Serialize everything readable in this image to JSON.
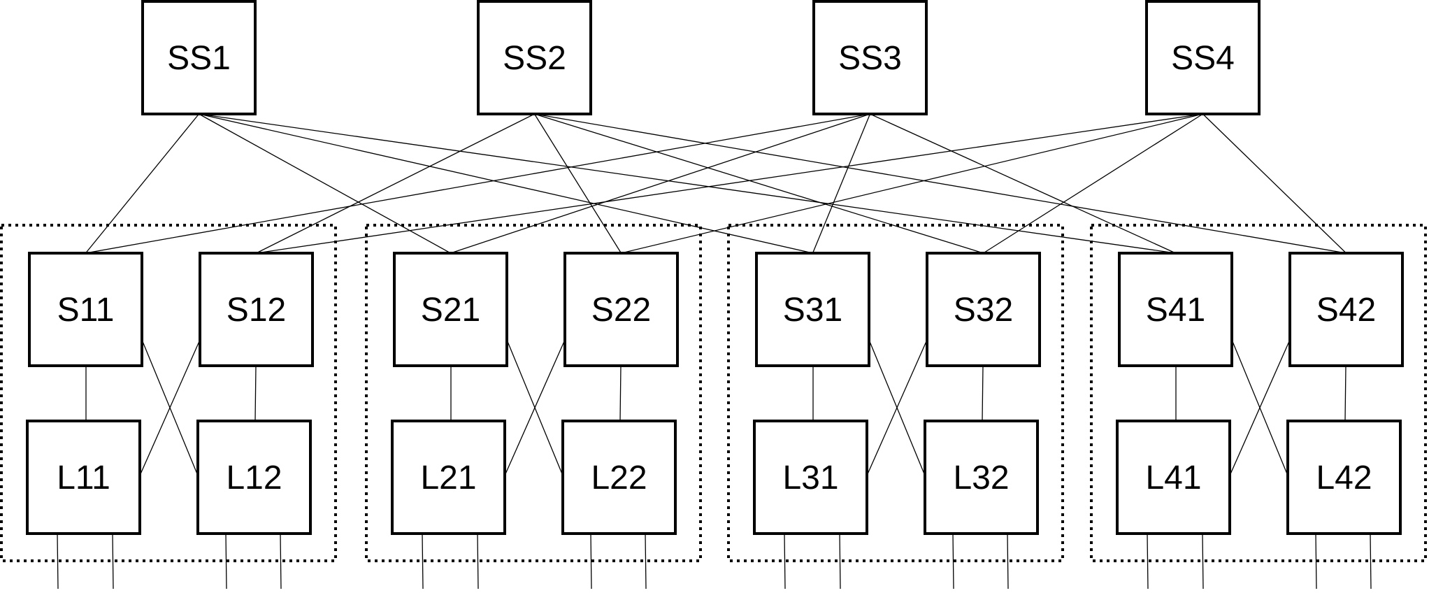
{
  "superspines": [
    {
      "id": "SS1",
      "label": "SS1"
    },
    {
      "id": "SS2",
      "label": "SS2"
    },
    {
      "id": "SS3",
      "label": "SS3"
    },
    {
      "id": "SS4",
      "label": "SS4"
    }
  ],
  "pods": [
    {
      "spines": [
        {
          "id": "S11",
          "label": "S11"
        },
        {
          "id": "S12",
          "label": "S12"
        }
      ],
      "leaves": [
        {
          "id": "L11",
          "label": "L11"
        },
        {
          "id": "L12",
          "label": "L12"
        }
      ]
    },
    {
      "spines": [
        {
          "id": "S21",
          "label": "S21"
        },
        {
          "id": "S22",
          "label": "S22"
        }
      ],
      "leaves": [
        {
          "id": "L21",
          "label": "L21"
        },
        {
          "id": "L22",
          "label": "L22"
        }
      ]
    },
    {
      "spines": [
        {
          "id": "S31",
          "label": "S31"
        },
        {
          "id": "S32",
          "label": "S32"
        }
      ],
      "leaves": [
        {
          "id": "L31",
          "label": "L31"
        },
        {
          "id": "L32",
          "label": "L32"
        }
      ]
    },
    {
      "spines": [
        {
          "id": "S41",
          "label": "S41"
        },
        {
          "id": "S42",
          "label": "S42"
        }
      ],
      "leaves": [
        {
          "id": "L41",
          "label": "L41"
        },
        {
          "id": "L42",
          "label": "L42"
        }
      ]
    }
  ],
  "superspine_links": [
    [
      "SS1",
      "S11"
    ],
    [
      "SS1",
      "S21"
    ],
    [
      "SS1",
      "S31"
    ],
    [
      "SS1",
      "S41"
    ],
    [
      "SS2",
      "S12"
    ],
    [
      "SS2",
      "S22"
    ],
    [
      "SS2",
      "S32"
    ],
    [
      "SS2",
      "S42"
    ],
    [
      "SS3",
      "S11"
    ],
    [
      "SS3",
      "S21"
    ],
    [
      "SS3",
      "S31"
    ],
    [
      "SS3",
      "S41"
    ],
    [
      "SS4",
      "S12"
    ],
    [
      "SS4",
      "S22"
    ],
    [
      "SS4",
      "S32"
    ],
    [
      "SS4",
      "S42"
    ]
  ],
  "leaf_downlinks_per_leaf": 2
}
